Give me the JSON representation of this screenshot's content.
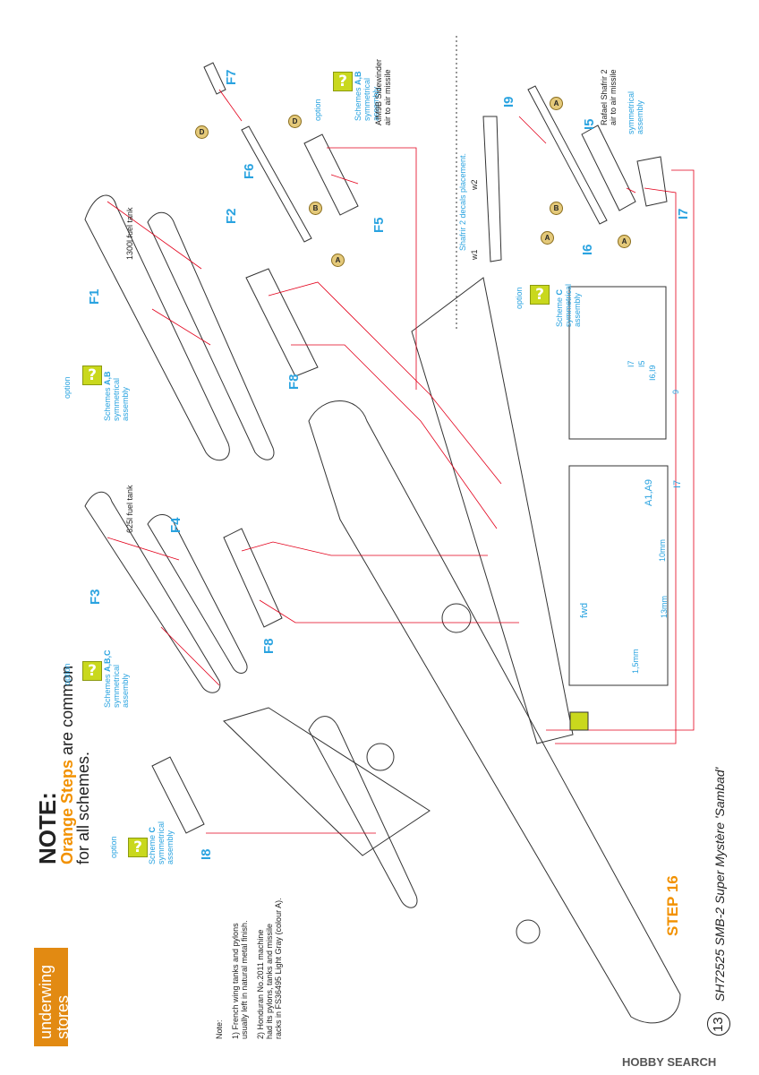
{
  "step": {
    "number": "16",
    "page_number": "13",
    "title": "SH72525 SMB-2 Super Mystère 'Sambad'",
    "label": "STEP 16"
  },
  "section_tab": {
    "line1": "underwing",
    "line2": "stores"
  },
  "note": {
    "heading": "NOTE:",
    "line1_highlight": "Orange Steps",
    "line1_rest": " are common",
    "line2": "for all schemes.",
    "small_title": "Note:",
    "item1_a": "1) French wing tanks and pylons",
    "item1_b": "usually left in natural metal finish.",
    "item2_a": "2) Honduran No.2011 machine",
    "item2_b": "had its pylons, tanks and missile",
    "item2_c": "racks in FS36495 Light Gray (colour A)."
  },
  "options": [
    {
      "word": "option",
      "scheme_prefix": "Schemes ",
      "scheme_letters": "A,B",
      "assembly1": "symmetrical",
      "assembly2": "assembly"
    },
    {
      "word": "option",
      "scheme_prefix": "Schemes ",
      "scheme_letters": "A,B,C",
      "assembly1": "symmetrical",
      "assembly2": "assembly"
    },
    {
      "word": "option",
      "scheme_prefix": "Scheme ",
      "scheme_letters": "C",
      "assembly1": "symmetrical",
      "assembly2": "assembly"
    },
    {
      "word": "option",
      "scheme_prefix": "Scheme ",
      "scheme_letters": "C",
      "assembly1": "symmetrical",
      "assembly2": "assembly"
    },
    {
      "word": "option",
      "scheme_prefix": "Schemes ",
      "scheme_letters": "A,B",
      "assembly1": "symmetrical",
      "assembly2": "assembly"
    }
  ],
  "parts": {
    "F1": "F1",
    "F2": "F2",
    "F3": "F3",
    "F4": "F4",
    "F5": "F5",
    "F6": "F6",
    "F7": "F7",
    "F8a": "F8",
    "F8b": "F8",
    "I5": "I5",
    "I6": "I6",
    "I7": "I7",
    "I8": "I8",
    "I9": "I9"
  },
  "captions": {
    "tank1300": "1300l fuel tank",
    "tank625": "625l fuel tank",
    "aim9_1": "AIM9B Sidewinder",
    "aim9_2": "air to air missile",
    "shafrir_1": "Rafael Shafrir 2",
    "shafrir_2": "air to air missile",
    "shafrir_decals": "Shafrir 2 decals placement.",
    "w1": "w1",
    "w2": "w2",
    "detail_i7": "I7",
    "detail_i5": "I5",
    "detail_i6i9": "I6,I9",
    "detail_9": "9",
    "a1a9": "A1,A9",
    "i7b": "I7",
    "dim_10": "10mm",
    "dim_13": "13mm",
    "dim_15": "1,5mm",
    "fwd": "fwd"
  },
  "paint_letters": [
    "D",
    "B",
    "A",
    "D",
    "A",
    "A",
    "B",
    "A"
  ],
  "watermark": "HOBBY SEARCH",
  "colors": {
    "blue": "#2aa3e0",
    "orange": "#f29100",
    "lime": "#c9d81d",
    "red": "#e3001b",
    "tab": "#e28a12"
  }
}
